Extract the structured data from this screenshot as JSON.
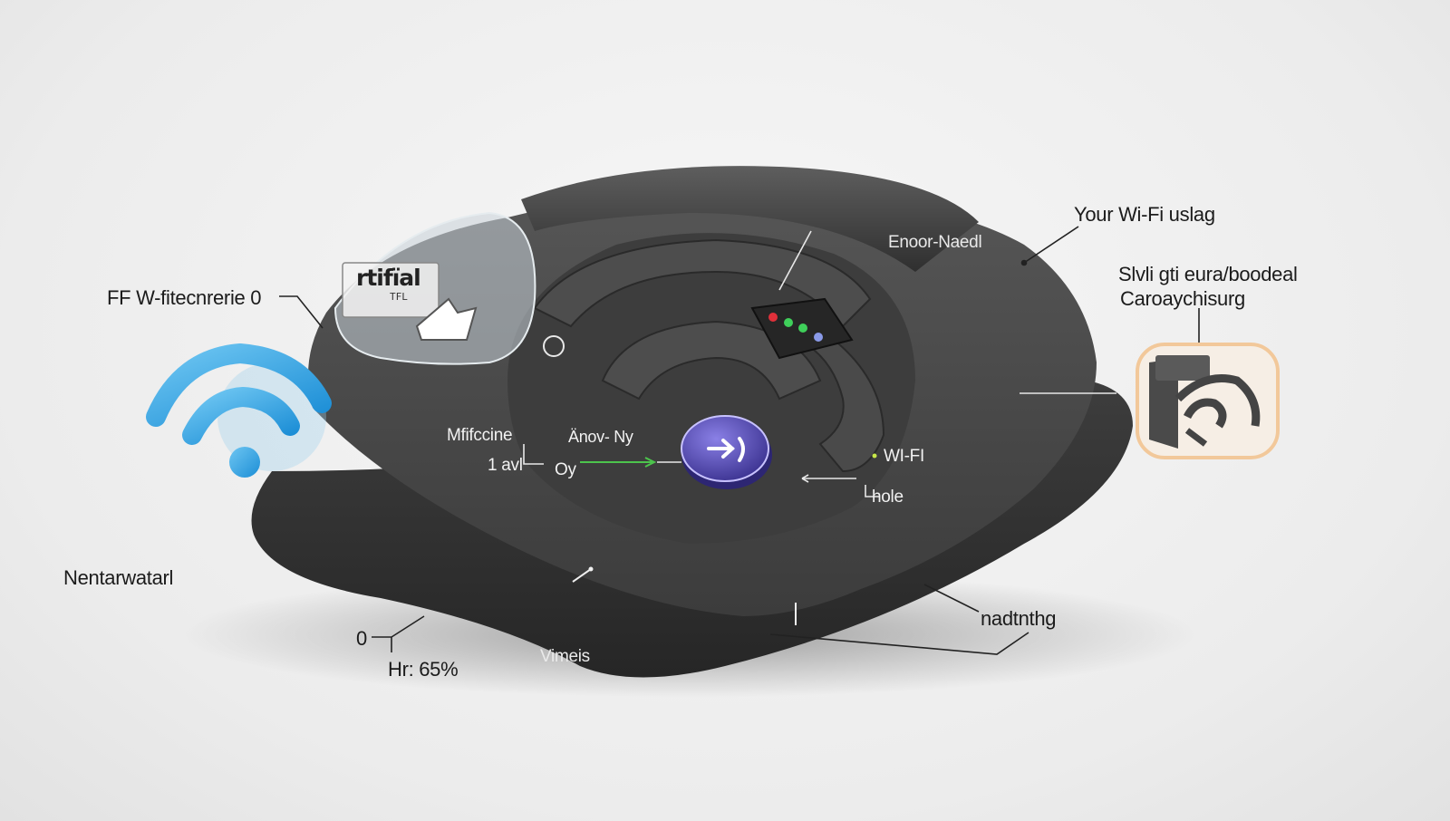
{
  "labels": {
    "top_right": "Your Wi-Fi uslag",
    "sensor": "Enoor-Naedl",
    "right_desc_line1": "Slvli gti eura/boodeal",
    "right_desc_line2": "Caroaychisurg",
    "left_upper": "FF W-fitecnrerie 0",
    "badge_title": "rtifïal",
    "badge_sub": "TFL",
    "mic_label": "Mfifccine",
    "mic_sub": "1 avl",
    "oy_label": "Oy",
    "any_label": "Änov- Ny",
    "wifi_label": "WI-FI",
    "hole_label": "hole",
    "left_lower": "Nentarwatarl",
    "zero_label": "0",
    "humidity": "Hr: 65%",
    "bottom_mid": "Vimeis",
    "bottom_right": "nadtnthg"
  },
  "colors": {
    "device_top": "#4a4a4a",
    "device_base": "#3a3a3a",
    "wifi_blue": "#3fa6e0",
    "button_purple": "#5a4fb8",
    "arrow_green": "#4cc44c",
    "led_red": "#e0303a",
    "led_green": "#3fcf5a",
    "led_blue": "#8a9ae8"
  },
  "icons": [
    "wifi-icon",
    "badge-icon",
    "app-icon",
    "button-arrow-icon"
  ]
}
